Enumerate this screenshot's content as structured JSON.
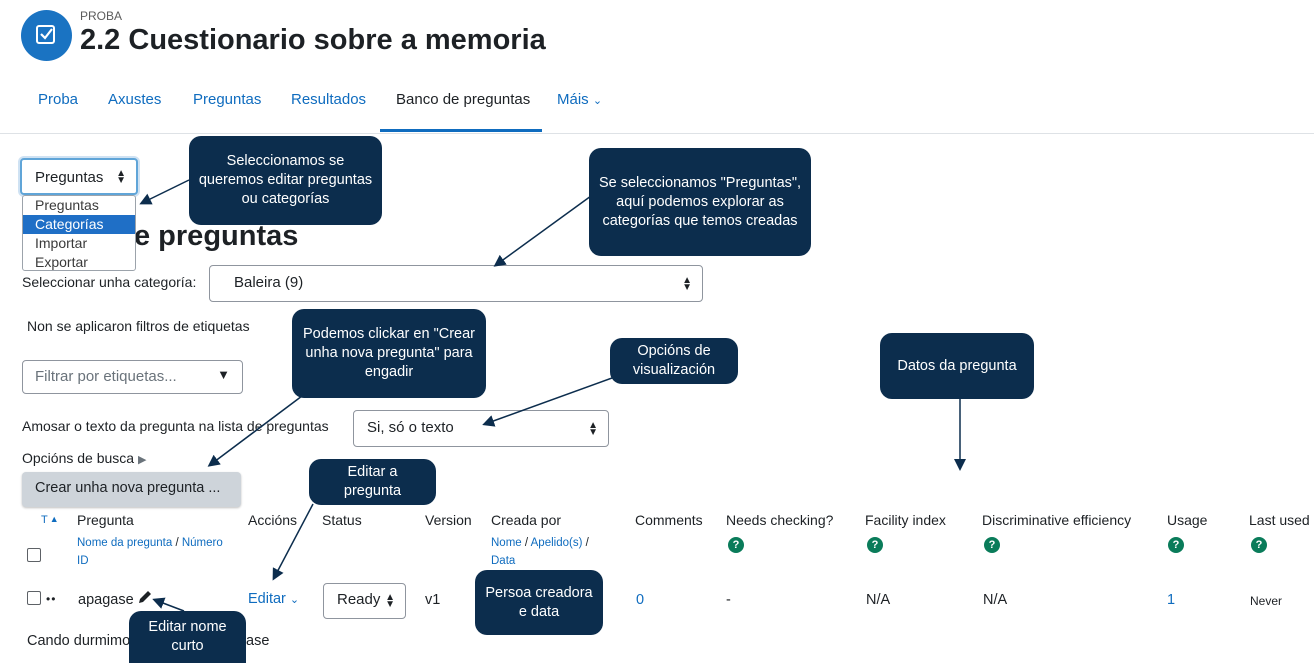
{
  "header": {
    "kicker": "PROBA",
    "title": "2.2 Cuestionario sobre a memoria",
    "icon": "quiz-icon"
  },
  "nav": {
    "items": [
      "Proba",
      "Axustes",
      "Preguntas",
      "Resultados",
      "Banco de preguntas"
    ],
    "more_label": "Máis",
    "active": "Banco de preguntas"
  },
  "bank_select": {
    "value": "Preguntas",
    "options": [
      "Preguntas",
      "Categorías",
      "Importar",
      "Exportar"
    ],
    "highlighted": "Categorías"
  },
  "page_heading": "e preguntas",
  "category": {
    "label": "Seleccionar unha categoría:",
    "value": "Baleira (9)"
  },
  "tags": {
    "no_filter_text": "Non se aplicaron filtros de etiquetas",
    "placeholder": "Filtrar por etiquetas..."
  },
  "show_text": {
    "label": "Amosar o texto da pregunta na lista de preguntas",
    "value": "Si, só o texto"
  },
  "search_options_label": "Opcións de busca",
  "create_button_label": "Crear unha nova pregunta ...",
  "table": {
    "headers": {
      "type": "T",
      "question": "Pregunta",
      "question_sub_name": "Nome da pregunta",
      "question_sub_sep": " / ",
      "question_sub_id": "Número ID",
      "actions": "Accións",
      "status": "Status",
      "version": "Version",
      "created_by": "Creada por",
      "created_sub_name": "Nome",
      "created_sub_surname": "Apelido(s)",
      "created_sub_date": "Data",
      "comments": "Comments",
      "needs_checking": "Needs checking?",
      "facility": "Facility index",
      "discriminative": "Discriminative efficiency",
      "usage": "Usage",
      "last_used": "Last used"
    },
    "row": {
      "name": "apagase",
      "edit_label": "Editar",
      "status": "Ready",
      "version": "v1",
      "comments": "0",
      "needs_checking": "-",
      "facility": "N/A",
      "discriminative": "N/A",
      "usage": "1",
      "last_used": "Never"
    },
    "question_text_prefix": "Cando durmimo",
    "question_text_suffix": "ase"
  },
  "callouts": {
    "select_type": "Seleccionamos se queremos editar preguntas ou categorías",
    "categories": "Se seleccionamos \"Preguntas\", aquí podemos explorar as categorías que temos creadas",
    "create": "Podemos clickar en \"Crear unha nova pregunta\" para engadir",
    "view_options": "Opcións de visualización",
    "question_data": "Datos da pregunta",
    "edit_question": "Editar a pregunta",
    "creator": "Persoa creadora e data",
    "edit_name": "Editar nome curto"
  },
  "colors": {
    "link": "#0f6cbf",
    "callout_bg": "#0c2d4d",
    "help_icon": "#0a7c5a",
    "header_icon": "#1a73c2"
  }
}
